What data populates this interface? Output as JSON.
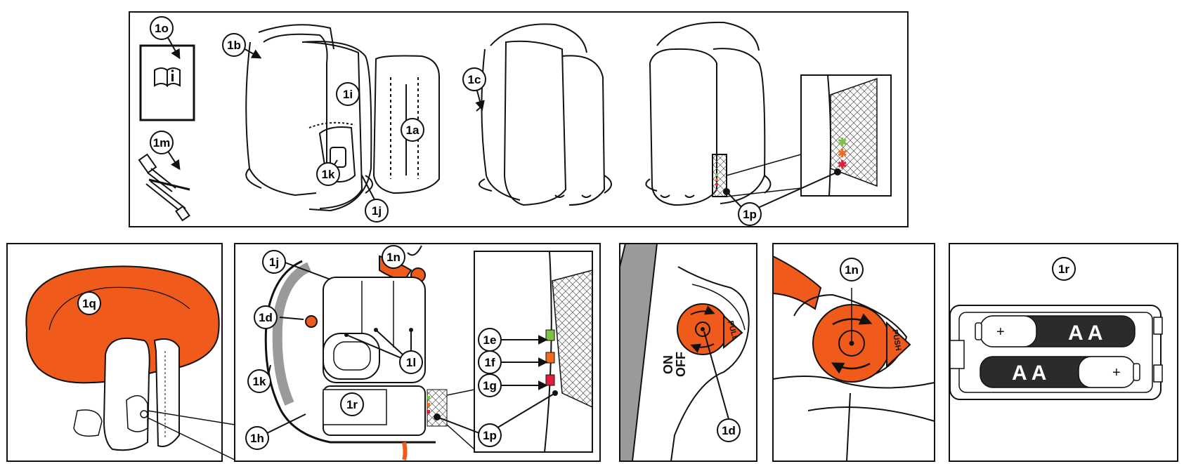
{
  "labels": {
    "1o": "1o",
    "1b": "1b",
    "1i": "1i",
    "1a": "1a",
    "1c": "1c",
    "1m": "1m",
    "1k": "1k",
    "1j": "1j",
    "1p": "1p",
    "1q": "1q",
    "1n": "1n",
    "1d": "1d",
    "1e": "1e",
    "1f": "1f",
    "1g": "1g",
    "1l": "1l",
    "1r": "1r",
    "1h": "1h"
  },
  "battery": {
    "type": "A A",
    "plus": "+"
  },
  "switch": {
    "on": "ON",
    "off": "OFF",
    "pull": "PULL"
  },
  "trigger": {
    "push": "PUSH"
  },
  "colors": {
    "accent": "#f05a1a",
    "led_green": "#7dc242",
    "led_orange": "#f26b1d",
    "led_red": "#e0203a",
    "dark": "#2b2b2b",
    "grey": "#9a9a9a"
  },
  "icons": {
    "manual": "book-info-icon",
    "cable": "usb-cable-icon"
  }
}
